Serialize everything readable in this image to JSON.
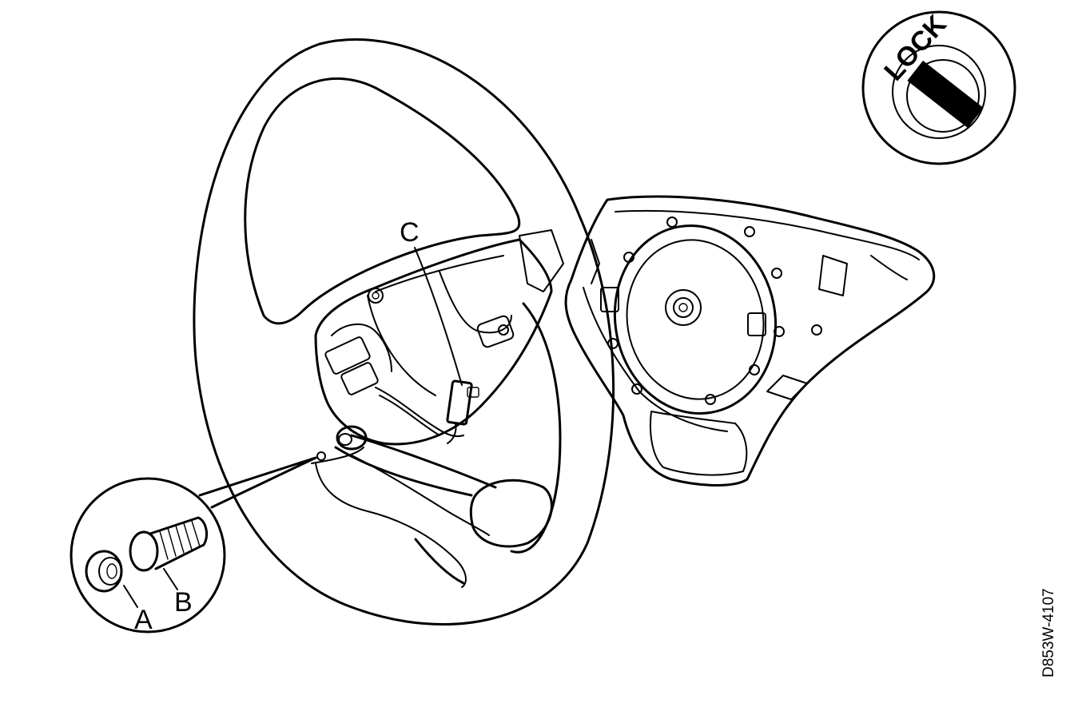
{
  "labels": {
    "a": "A",
    "b": "B",
    "c": "C"
  },
  "lock_symbol": {
    "text": "LOCK"
  },
  "reference_code": "D853W-4107"
}
